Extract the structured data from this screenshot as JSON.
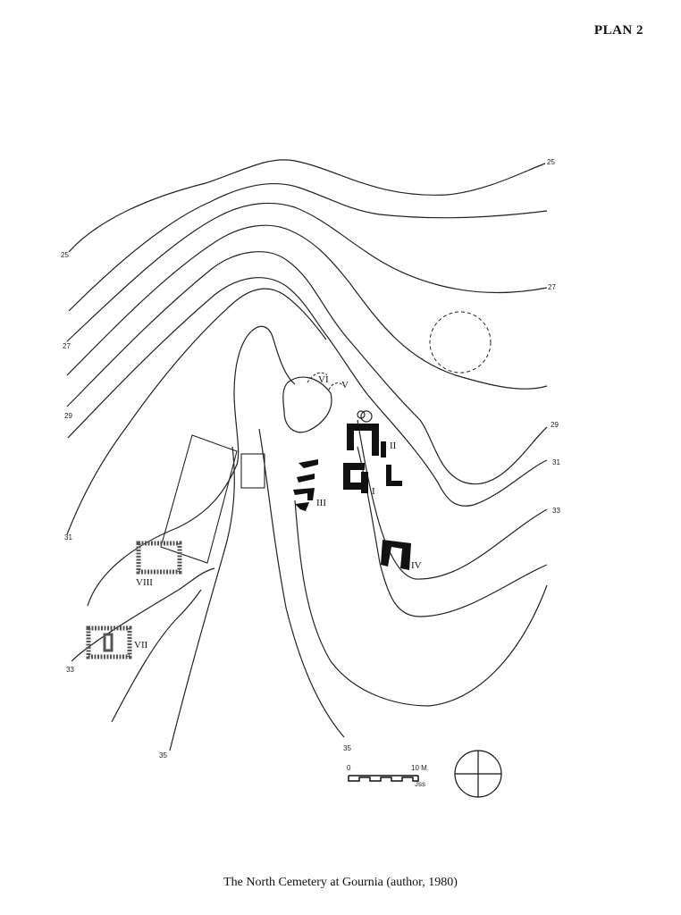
{
  "plan_label": "PLAN 2",
  "caption": "The North Cemetery at Gournia (author, 1980)",
  "contour_labels": {
    "c25_right": "25",
    "c25_left": "25",
    "c27_right": "27",
    "c27_left": "27",
    "c29_right": "29",
    "c29_left": "29",
    "c31_right": "31",
    "c31_left": "31",
    "c33_right": "33",
    "c33_left": "33",
    "c35_bottom": "35",
    "c35_left": "35"
  },
  "structures": {
    "I": "I",
    "II": "II",
    "III": "III",
    "IV": "IV",
    "V": "V",
    "VI": "VI",
    "VII": "VII",
    "VIII": "VIII"
  },
  "scale_bar": {
    "start": "0",
    "end": "10 M.",
    "initials": "Jss"
  }
}
